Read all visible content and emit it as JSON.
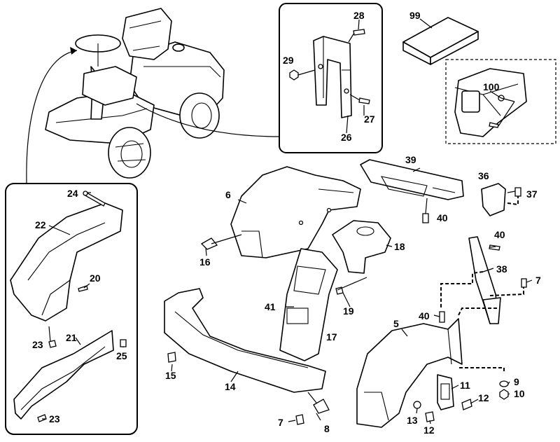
{
  "callouts": {
    "p5": "5",
    "p6": "6",
    "p7a": "7",
    "p7b": "7",
    "p8": "8",
    "p9": "9",
    "p10": "10",
    "p11": "11",
    "p12a": "12",
    "p12b": "12",
    "p13": "13",
    "p14": "14",
    "p15": "15",
    "p16": "16",
    "p17": "17",
    "p18": "18",
    "p19": "19",
    "p20": "20",
    "p21": "21",
    "p22": "22",
    "p23a": "23",
    "p23b": "23",
    "p24": "24",
    "p25": "25",
    "p26": "26",
    "p27": "27",
    "p28": "28",
    "p29": "29",
    "p36": "36",
    "p37": "37",
    "p38": "38",
    "p39": "39",
    "p40a": "40",
    "p40b": "40",
    "p40c": "40",
    "p41": "41",
    "p99": "99",
    "p100": "100"
  }
}
